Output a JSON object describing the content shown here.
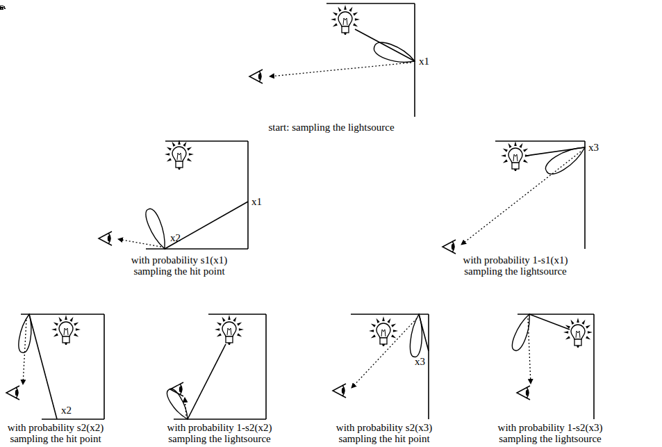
{
  "diagram": {
    "labels": [
      "x1",
      "start: sampling the lightsource",
      "x1",
      "x2",
      "with probability s1(x1)",
      "sampling the hit point",
      "x3",
      "with probability 1-s1(x1)",
      "sampling the lightsource",
      "x2",
      "with probability s2(x2)",
      "sampling the hit point",
      "with probability 1-s2(x2)",
      "sampling the lightsource",
      "x3",
      "with probability s2(x3)",
      "sampling the hit point",
      "with probability 1-s2(x3)",
      "sampling the lightsource"
    ]
  }
}
